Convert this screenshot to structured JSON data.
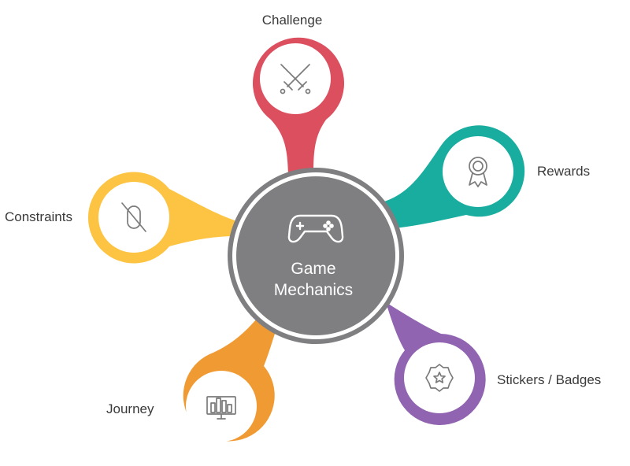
{
  "center": {
    "title_line1": "Game",
    "title_line2": "Mechanics",
    "icon": "gamepad-icon",
    "color": "#7f7f82"
  },
  "petals": [
    {
      "id": "challenge",
      "label": "Challenge",
      "icon": "crossed-swords-icon",
      "color": "#dc4f5f"
    },
    {
      "id": "rewards",
      "label": "Rewards",
      "icon": "award-ribbon-icon",
      "color": "#19ada0"
    },
    {
      "id": "stickers",
      "label": "Stickers / Badges",
      "icon": "badge-star-icon",
      "color": "#9064b0"
    },
    {
      "id": "journey",
      "label": "Journey",
      "icon": "city-skyline-monitor-icon",
      "color": "#f09a33"
    },
    {
      "id": "constraints",
      "label": "Constraints",
      "icon": "restriction-icon",
      "color": "#fcc442"
    }
  ]
}
